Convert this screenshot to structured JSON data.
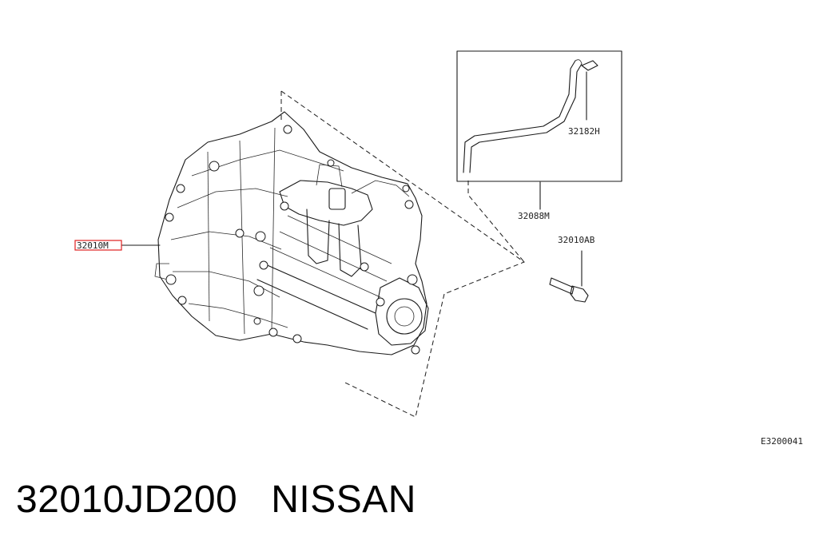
{
  "diagram": {
    "callouts": {
      "transaxle": "32010M",
      "breather_clip": "32182H",
      "breather_hose": "32088M",
      "bolt": "32010AB"
    },
    "figure_code": "E3200041",
    "highlight_color": "#e02020"
  },
  "footer": {
    "part_number": "32010JD200",
    "brand": "NISSAN"
  }
}
